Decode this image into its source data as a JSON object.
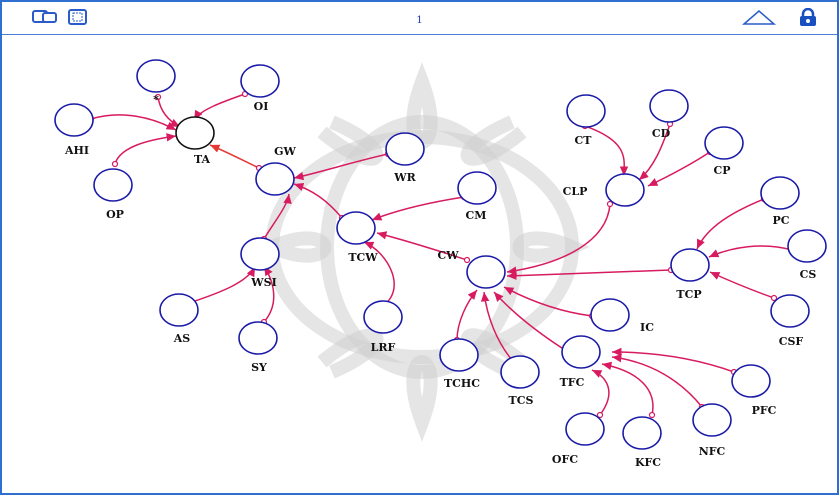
{
  "toolbar": {
    "page_number": "1",
    "left_icons": [
      "view-windows-icon",
      "frame-icon"
    ],
    "right_icons": [
      "triangle-up-icon",
      "lock-icon"
    ]
  },
  "nodes": {
    "ta": "TA",
    "oi": "OI",
    "ahi": "AHI",
    "op": "OP",
    "gw": "GW",
    "wr": "WR",
    "tcw": "TCW",
    "cm": "CM",
    "cw": "CW",
    "wsi": "WSI",
    "as": "AS",
    "sy": "SY",
    "lrf": "LRF",
    "ct": "CT",
    "cd": "CD",
    "cp": "CP",
    "clp": "CLP",
    "pc": "PC",
    "cs": "CS",
    "tcp": "TCP",
    "csf": "CSF",
    "ic": "IC",
    "tchc": "TCHC",
    "tcs": "TCS",
    "tfc": "TFC",
    "pfc": "PFC",
    "nfc": "NFC",
    "kfc": "KFC",
    "ofc": "OFC",
    "top_unlabeled": "*"
  },
  "colors": {
    "frame": "#2f6fd0",
    "node_stroke": "#1a1aa8",
    "link": "#d81b60",
    "arrow_to_ta": "#e53935"
  }
}
